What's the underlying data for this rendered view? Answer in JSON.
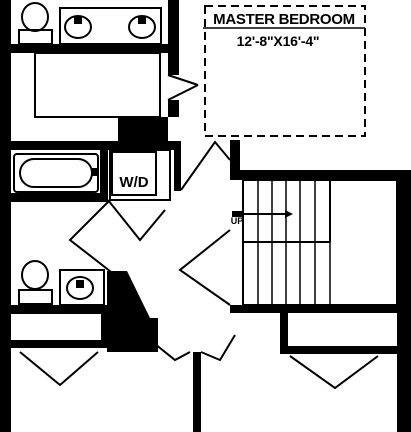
{
  "rooms": {
    "master_bedroom": {
      "name": "MASTER BEDROOM",
      "dimensions": "12'-8\"X16'-4\""
    }
  },
  "labels": {
    "laundry": "W/D",
    "stairs_direction": "UP"
  },
  "colors": {
    "wall": "#000000",
    "background": "#ffffff"
  }
}
